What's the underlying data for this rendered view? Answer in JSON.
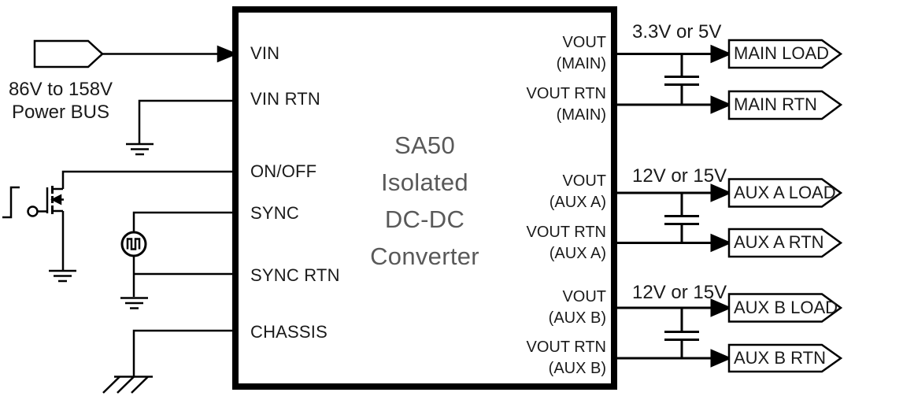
{
  "diagram": {
    "device": {
      "title_lines": [
        "SA50",
        "Isolated",
        "DC-DC",
        "Converter"
      ],
      "left_pins": [
        "VIN",
        "VIN RTN",
        "ON/OFF",
        "SYNC",
        "SYNC RTN",
        "CHASSIS"
      ],
      "right_pins": [
        {
          "l1": "VOUT",
          "l2": "(MAIN)"
        },
        {
          "l1": "VOUT RTN",
          "l2": "(MAIN)"
        },
        {
          "l1": "VOUT",
          "l2": "(AUX A)"
        },
        {
          "l1": "VOUT RTN",
          "l2": "(AUX A)"
        },
        {
          "l1": "VOUT",
          "l2": "(AUX B)"
        },
        {
          "l1": "VOUT RTN",
          "l2": "(AUX B)"
        }
      ]
    },
    "input_bus": {
      "line1": "86V to 158V",
      "line2": "Power BUS"
    },
    "outputs": [
      {
        "voltage": "3.3V or 5V",
        "load": "MAIN LOAD",
        "rtn": "MAIN RTN"
      },
      {
        "voltage": "12V or 15V",
        "load": "AUX A LOAD",
        "rtn": "AUX A RTN"
      },
      {
        "voltage": "12V or 15V",
        "load": "AUX B LOAD",
        "rtn": "AUX B RTN"
      }
    ],
    "icons": {
      "step_input": "rising-edge-waveform",
      "mosfet": "n-channel-mosfet",
      "pulse_generator": "square-wave-source",
      "ground": "earth-ground",
      "chassis_ground": "chassis-ground",
      "capacitor": "capacitor",
      "input_tag": "pentagon-pointer",
      "output_tag": "pentagon-pointer"
    },
    "colors": {
      "line": "#000000",
      "title_text": "#595959",
      "background": "#ffffff"
    }
  }
}
